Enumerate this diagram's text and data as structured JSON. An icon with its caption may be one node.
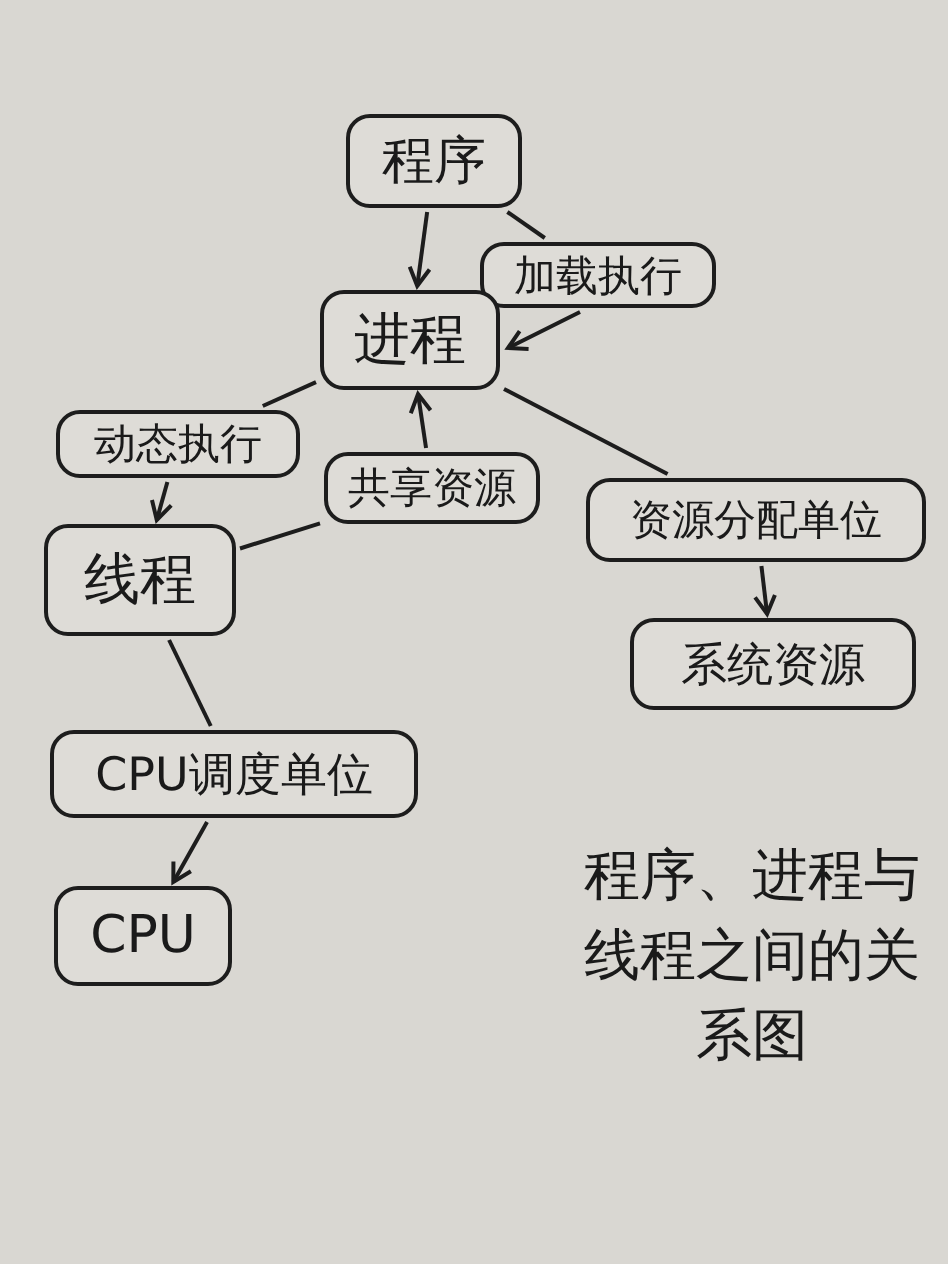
{
  "diagram": {
    "caption": "程序、进程与线程之间的关系图",
    "nodes": [
      {
        "text": [
          "程序"
        ]
      },
      {
        "text": [
          "加载执行"
        ]
      },
      {
        "text": [
          "进程"
        ]
      },
      {
        "text": [
          "动态执行"
        ]
      },
      {
        "text": [
          "共享资源"
        ]
      },
      {
        "text": [
          "资源分配单位"
        ]
      },
      {
        "text": [
          "线程"
        ]
      },
      {
        "text": [
          "系统资源"
        ]
      },
      {
        "text": [
          "CPU调度单位"
        ]
      },
      {
        "text": [
          "CPU"
        ]
      }
    ],
    "edges": [
      {
        "from": 0,
        "to": 2,
        "arrow": "to"
      },
      {
        "from": 0,
        "to": 1,
        "arrow": "none"
      },
      {
        "from": 1,
        "to": 2,
        "arrow": "to"
      },
      {
        "from": 2,
        "to": 3,
        "arrow": "none"
      },
      {
        "from": 3,
        "to": 6,
        "arrow": "to"
      },
      {
        "from": 4,
        "to": 2,
        "arrow": "to"
      },
      {
        "from": 6,
        "to": 4,
        "arrow": "none"
      },
      {
        "from": 2,
        "to": 5,
        "arrow": "none"
      },
      {
        "from": 5,
        "to": 7,
        "arrow": "to"
      },
      {
        "from": 6,
        "to": 8,
        "arrow": "none"
      },
      {
        "from": 8,
        "to": 9,
        "arrow": "to"
      }
    ]
  }
}
